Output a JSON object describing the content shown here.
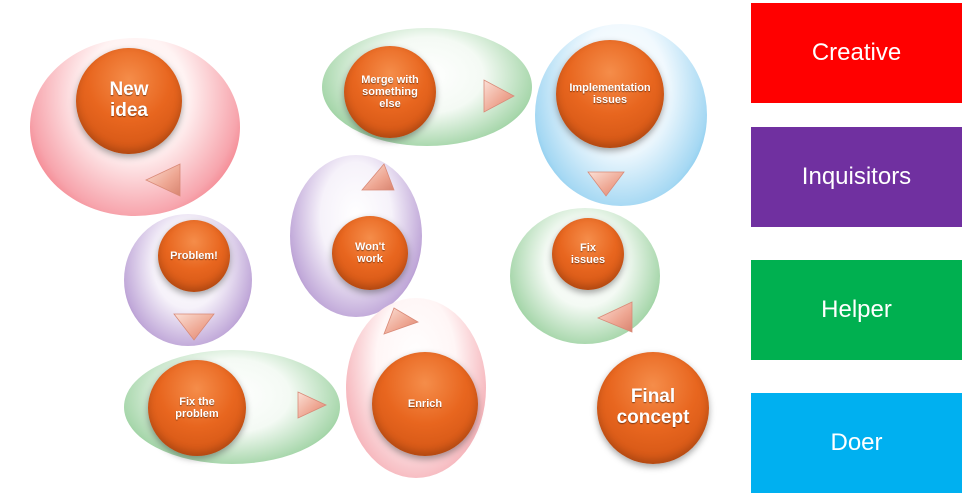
{
  "nodes": {
    "new_idea": "New\nidea",
    "problem": "Problem!",
    "fix_problem": "Fix the\nproblem",
    "wont_work": "Won't\nwork",
    "merge": "Merge with\nsomething\nelse",
    "enrich": "Enrich",
    "implementation": "Implementation\nissues",
    "fix_issues": "Fix\nissues",
    "final": "Final\nconcept"
  },
  "legend": [
    {
      "label": "Creative",
      "color": "#ff0000"
    },
    {
      "label": "Inquisitors",
      "color": "#7030a0"
    },
    {
      "label": "Helper",
      "color": "#00b050"
    },
    {
      "label": "Doer",
      "color": "#00b0f0"
    }
  ],
  "colors": {
    "node": "#e8661f",
    "arrow": "#f2b8a6"
  }
}
